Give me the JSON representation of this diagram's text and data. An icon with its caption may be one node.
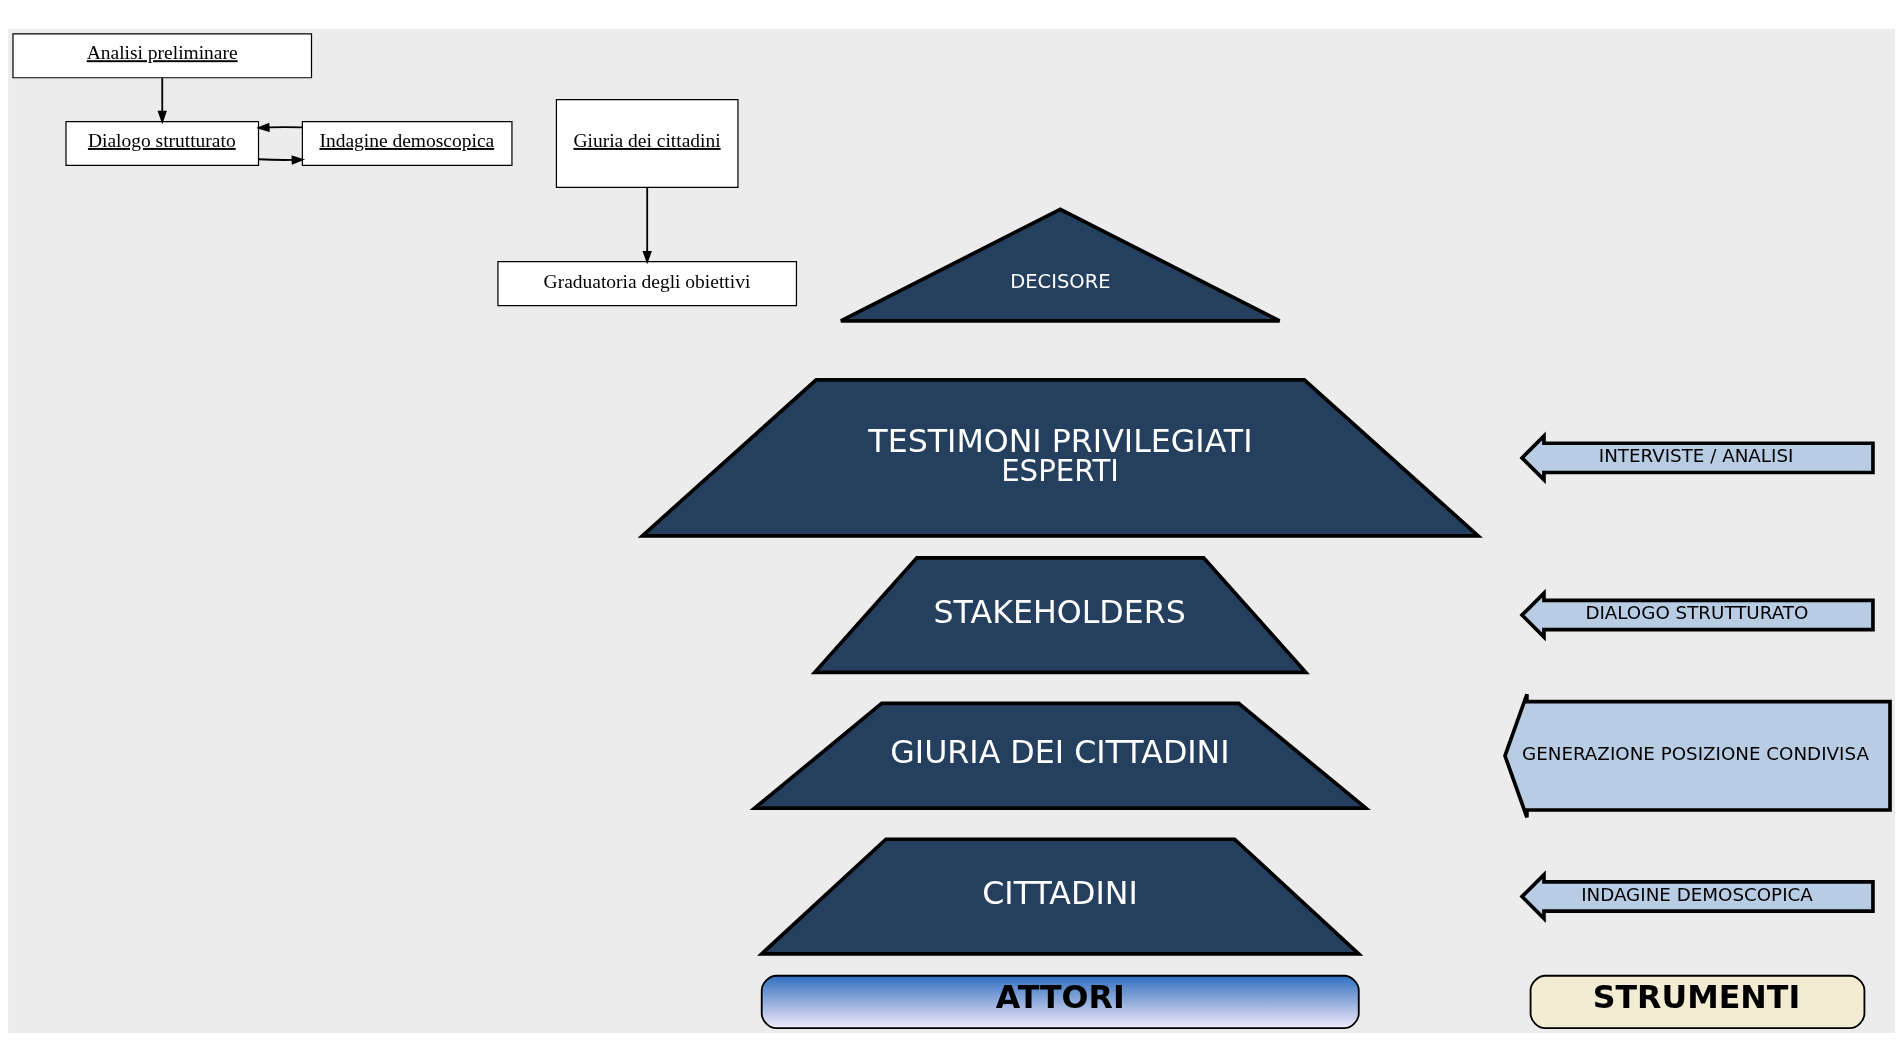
{
  "diagram": {
    "nodes": [
      {
        "text": [
          "Analisi preliminare"
        ]
      },
      {
        "text": [
          "Dialogo strutturato"
        ]
      },
      {
        "text": [
          "Giuria dei cittadini"
        ]
      },
      {
        "text": [
          "Indagine demoscopica"
        ]
      },
      {
        "text": [
          "Graduatoria degli obiettivi"
        ]
      },
      {
        "text": [
          "DECISORE"
        ]
      },
      {
        "text": [
          "TESTIMONI PRIVILEGIATI",
          "ESPERTI"
        ]
      },
      {
        "text": [
          "STAKEHOLDERS"
        ]
      },
      {
        "text": [
          "GIURIA DEI CITTADINI"
        ]
      },
      {
        "text": [
          "CITTADINI"
        ]
      },
      {
        "text": [
          "INTERVISTE / ANALISI"
        ]
      },
      {
        "text": [
          "DIALOGO STRUTTURATO"
        ]
      },
      {
        "text": [
          "GENERAZIONE POSIZIONE CONDIVISA"
        ]
      },
      {
        "text": [
          "INDAGINE DEMOSCOPICA"
        ]
      },
      {
        "text": [
          "ATTORI"
        ]
      },
      {
        "text": [
          "STRUMENTI"
        ]
      }
    ],
    "edges": [
      {
        "from": 0,
        "to": 1,
        "arrow": "to"
      },
      {
        "from": 1,
        "to": 3,
        "arrow": "to"
      },
      {
        "from": 3,
        "to": 1,
        "arrow": "to"
      },
      {
        "from": 2,
        "to": 4,
        "arrow": "to"
      }
    ]
  }
}
